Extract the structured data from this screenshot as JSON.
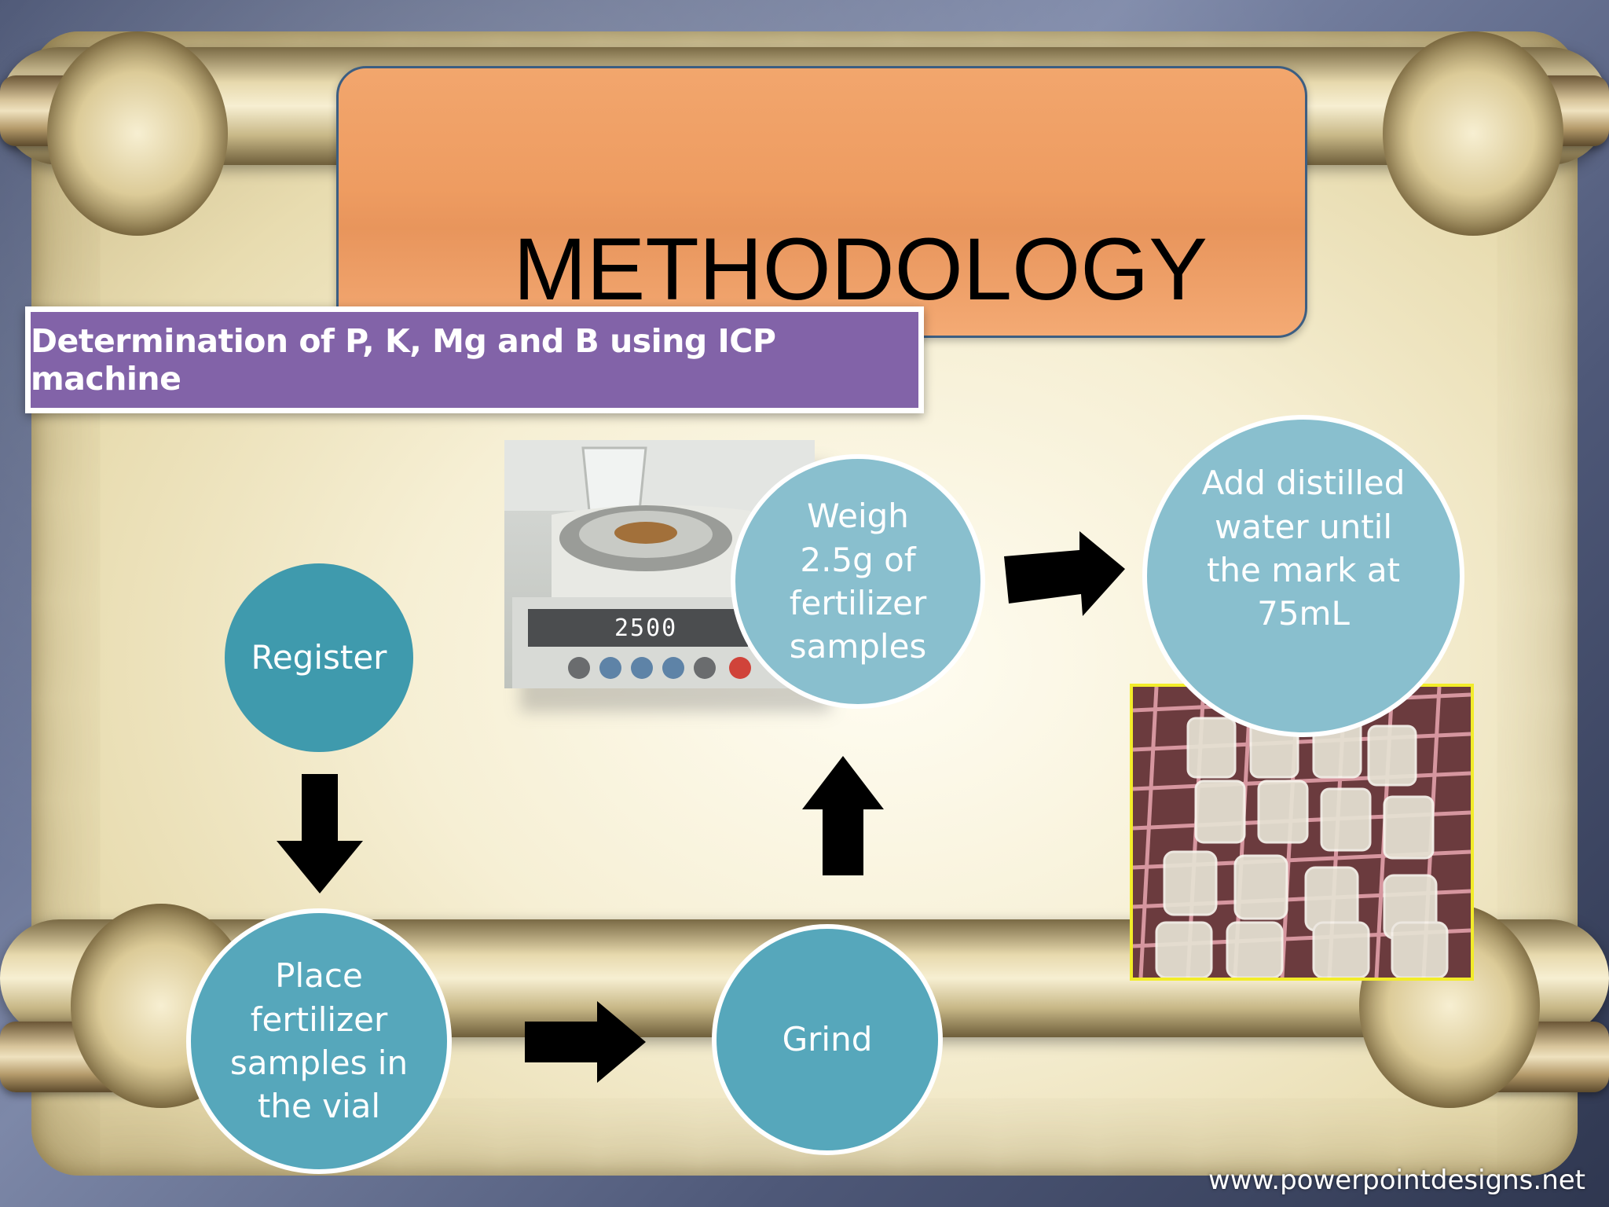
{
  "slide": {
    "title": "METHODOLOGY",
    "subtitle": "Determination of P, K, Mg and B using ICP machine",
    "watermark": "www.powerpointdesigns.net"
  },
  "steps": {
    "register": "Register",
    "place": [
      "Place",
      "fertilizer",
      "samples in",
      "the vial"
    ],
    "grind": "Grind",
    "weigh": [
      "Weigh",
      "2.5g of",
      "fertilizer",
      "samples"
    ],
    "add_water": [
      "Add distilled",
      "water until",
      "the mark at",
      "75mL"
    ]
  },
  "photo_balance": {
    "display_reading": "2500"
  },
  "colors": {
    "title_fill": "#ee9c61",
    "banner_fill": "#8263a8",
    "circle_dark": "#3f9aad",
    "circle_mid": "#56a7bb",
    "circle_light": "#89bfce",
    "photo_border": "#f2ec2a"
  }
}
